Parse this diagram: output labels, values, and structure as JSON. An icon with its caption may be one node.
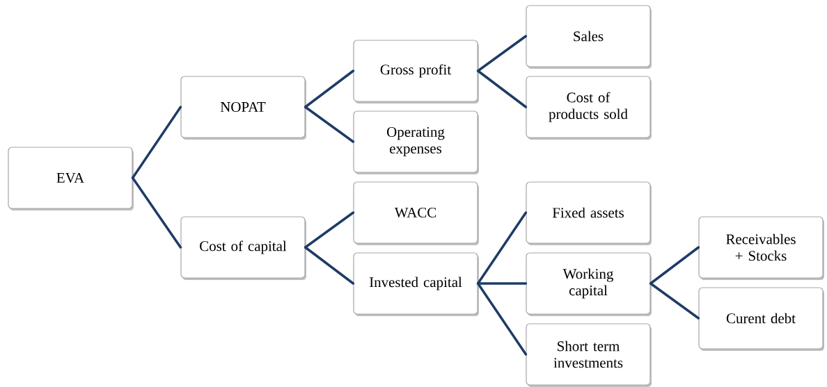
{
  "diagram": {
    "nodes": [
      {
        "text": [
          "EVA"
        ]
      },
      {
        "text": [
          "NOPAT"
        ]
      },
      {
        "text": [
          "Cost of capital"
        ]
      },
      {
        "text": [
          "Gross profit"
        ]
      },
      {
        "text": [
          "Operating expenses"
        ]
      },
      {
        "text": [
          "WACC"
        ]
      },
      {
        "text": [
          "Invested capital"
        ]
      },
      {
        "text": [
          "Sales"
        ]
      },
      {
        "text": [
          "Cost of products sold"
        ]
      },
      {
        "text": [
          "Fixed assets"
        ]
      },
      {
        "text": [
          "Working capital"
        ]
      },
      {
        "text": [
          "Short term investments"
        ]
      },
      {
        "text": [
          "Receivables + Stocks"
        ]
      },
      {
        "text": [
          "Curent debt"
        ]
      }
    ],
    "edges": [
      {
        "from": 0,
        "to": 1,
        "arrow": "none"
      },
      {
        "from": 0,
        "to": 2,
        "arrow": "none"
      },
      {
        "from": 1,
        "to": 3,
        "arrow": "none"
      },
      {
        "from": 1,
        "to": 4,
        "arrow": "none"
      },
      {
        "from": 2,
        "to": 5,
        "arrow": "none"
      },
      {
        "from": 2,
        "to": 6,
        "arrow": "none"
      },
      {
        "from": 3,
        "to": 7,
        "arrow": "none"
      },
      {
        "from": 3,
        "to": 8,
        "arrow": "none"
      },
      {
        "from": 6,
        "to": 9,
        "arrow": "none"
      },
      {
        "from": 6,
        "to": 10,
        "arrow": "none"
      },
      {
        "from": 6,
        "to": 11,
        "arrow": "none"
      },
      {
        "from": 10,
        "to": 12,
        "arrow": "none"
      },
      {
        "from": 10,
        "to": 13,
        "arrow": "none"
      }
    ]
  }
}
